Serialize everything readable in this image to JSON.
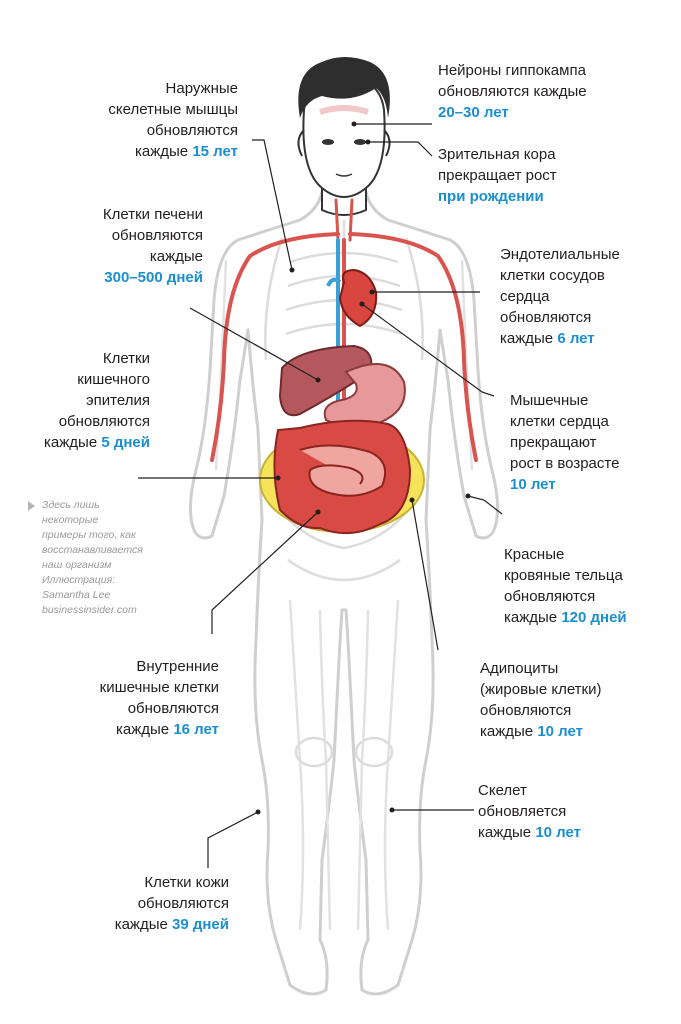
{
  "labels": {
    "skeletal_muscles": {
      "lines": [
        "Наружные",
        "скелетные мышцы",
        "обновляются"
      ],
      "last_prefix": "каждые ",
      "highlight": "15 лет"
    },
    "liver": {
      "lines": [
        "Клетки печени",
        "обновляются",
        "каждые"
      ],
      "last_prefix": "",
      "highlight": "300–500 дней"
    },
    "intestinal_epithelium": {
      "lines": [
        "Клетки",
        "кишечного",
        "эпителия",
        "обновляются"
      ],
      "last_prefix": "каждые ",
      "highlight": "5 дней"
    },
    "internal_intestinal": {
      "lines": [
        "Внутренние",
        "кишечные клетки",
        "обновляются"
      ],
      "last_prefix": "каждые ",
      "highlight": "16 лет"
    },
    "skin": {
      "lines": [
        "Клетки кожи",
        "обновляются"
      ],
      "last_prefix": "каждые ",
      "highlight": "39 дней"
    },
    "hippocampus": {
      "lines": [
        "Нейроны гиппокампа",
        "обновляются каждые"
      ],
      "last_prefix": "",
      "highlight": "20–30 лет"
    },
    "visual_cortex": {
      "lines": [
        "Зрительная кора",
        "прекращает рост"
      ],
      "last_prefix": "",
      "highlight": "при рождении"
    },
    "endothelial": {
      "lines": [
        "Эндотелиальные",
        "клетки сосудов",
        "сердца",
        "обновляются"
      ],
      "last_prefix": "каждые ",
      "highlight": "6 лет"
    },
    "heart_muscle": {
      "lines": [
        "Мышечные",
        "клетки сердца",
        "прекращают",
        "рост в возрасте"
      ],
      "last_prefix": "",
      "highlight": "10 лет"
    },
    "red_blood": {
      "lines": [
        "Красные",
        "кровяные тельца",
        "обновляются"
      ],
      "last_prefix": "каждые ",
      "highlight": "120 дней"
    },
    "adipocytes": {
      "lines": [
        "Адипоциты",
        "(жировые клетки)",
        "обновляются"
      ],
      "last_prefix": "каждые ",
      "highlight": "10 лет"
    },
    "skeleton": {
      "lines": [
        "Скелет",
        "обновляется"
      ],
      "last_prefix": "каждые ",
      "highlight": "10 лет"
    }
  },
  "note": {
    "lines": [
      "Здесь лишь",
      "некоторые",
      "примеры того, как",
      "восстанавливается",
      "наш организм",
      "Иллюстрация:",
      "Samantha Lee",
      "businessinsider.com"
    ]
  },
  "colors": {
    "highlight": "#1a8fd0",
    "body_outline": "#c9c9c9",
    "vessel": "#d9534f",
    "vein": "#3aa0d8",
    "fat": "#f6e35a",
    "intestine": "#d94a44",
    "liver": "#b5585e",
    "stomach": "#e79898"
  }
}
